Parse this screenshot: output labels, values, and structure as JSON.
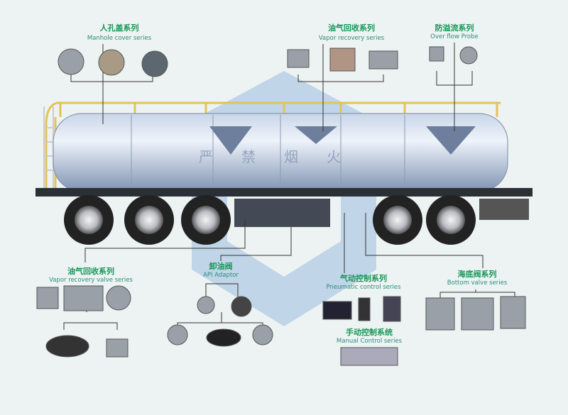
{
  "watermark_text": "严禁烟火",
  "labels": {
    "manhole": {
      "zh": "人孔盖系列",
      "en": "Manhole  cover series"
    },
    "vapor_recovery": {
      "zh": "油气回收系列",
      "en": "Vapor recovery series"
    },
    "overflow": {
      "zh": "防溢流系列",
      "en": "Over flow Probe"
    },
    "vapor_valve": {
      "zh": "油气回收系列",
      "en": "Vapor recovery valve series"
    },
    "api": {
      "zh": "卸油阀",
      "en": "API Adaptor"
    },
    "pneumatic": {
      "zh": "气动控制系列",
      "en": "Pneumatic control series"
    },
    "manual": {
      "zh": "手动控制系统",
      "en": "Manual Control series"
    },
    "bottom": {
      "zh": "海底阀系列",
      "en": "Bottom valve series"
    }
  },
  "colors": {
    "title": "#17985a",
    "subtitle": "#2a8d78",
    "tank": "#9fb4d2",
    "rail": "#e4c25a"
  }
}
